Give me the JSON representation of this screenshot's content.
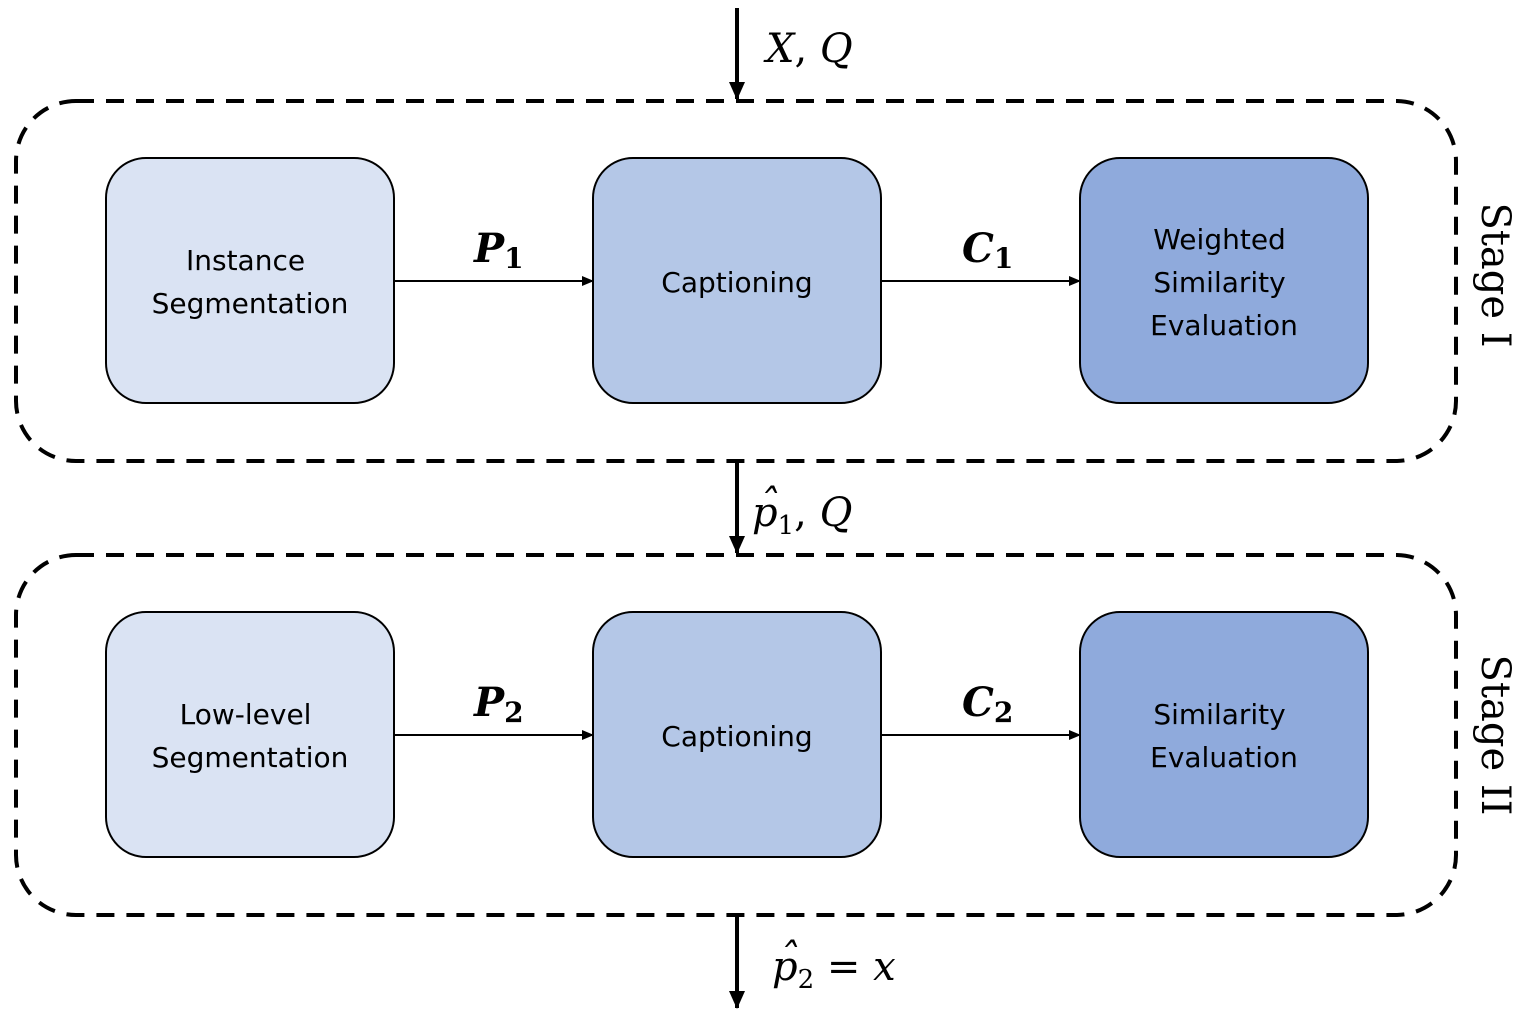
{
  "colors": {
    "box_light": "#dae3f3",
    "box_mid": "#b4c7e7",
    "box_dark": "#8faadc",
    "stroke": "#000000"
  },
  "input_label": {
    "main": "X",
    "sep": ", ",
    "second": "Q"
  },
  "between_label": {
    "hat": "ˆ",
    "main": "p",
    "sub": "1",
    "sep": ", ",
    "second": "Q"
  },
  "output_label": {
    "hat": "ˆ",
    "main": "p",
    "sub": "2",
    "eq": " = ",
    "rhs": "x"
  },
  "stages": [
    {
      "label": "Stage I",
      "boxes": [
        {
          "lines": [
            "Instance",
            "Segmentation"
          ]
        },
        {
          "lines": [
            "Captioning"
          ]
        },
        {
          "lines": [
            "Weighted",
            "Similarity",
            "Evaluation"
          ]
        }
      ],
      "edges": [
        {
          "main": "P",
          "sub": "1"
        },
        {
          "main": "C",
          "sub": "1"
        }
      ]
    },
    {
      "label": "Stage II",
      "boxes": [
        {
          "lines": [
            "Low-level",
            "Segmentation"
          ]
        },
        {
          "lines": [
            "Captioning"
          ]
        },
        {
          "lines": [
            "Similarity",
            "Evaluation"
          ]
        }
      ],
      "edges": [
        {
          "main": "P",
          "sub": "2"
        },
        {
          "main": "C",
          "sub": "2"
        }
      ]
    }
  ]
}
